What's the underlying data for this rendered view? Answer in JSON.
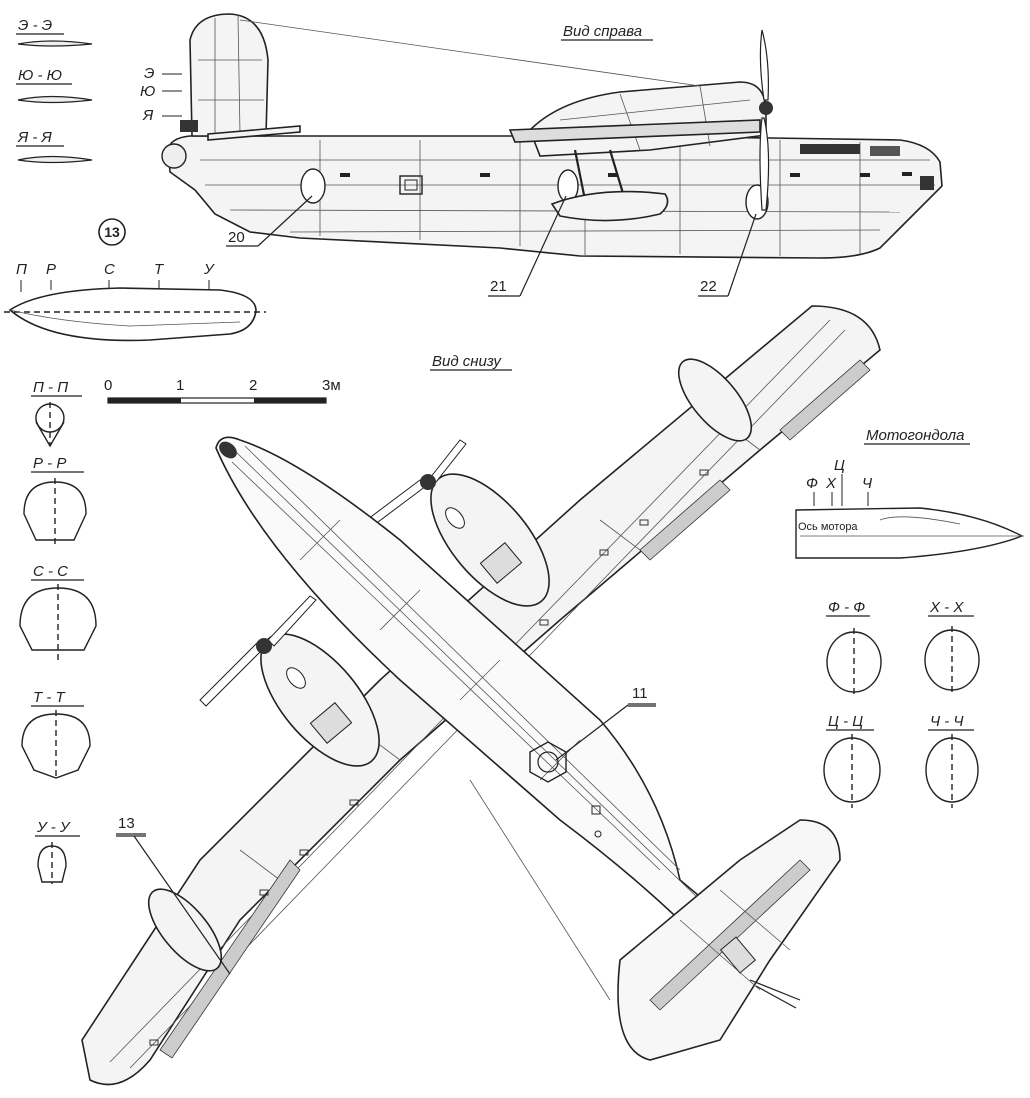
{
  "views": {
    "side_title": "Вид справа",
    "bottom_title": "Вид снизу",
    "nacelle_title": "Мотогондола"
  },
  "tail_sections": [
    {
      "label": "Э - Э"
    },
    {
      "label": "Ю - Ю"
    },
    {
      "label": "Я - Я"
    }
  ],
  "tail_markers": [
    "Э",
    "Ю",
    "Я"
  ],
  "float_view": {
    "callout": "13",
    "stations": [
      "П",
      "Р",
      "С",
      "Т",
      "У"
    ]
  },
  "float_sections": [
    {
      "label": "П - П"
    },
    {
      "label": "Р - Р"
    },
    {
      "label": "С - С"
    },
    {
      "label": "Т - Т"
    },
    {
      "label": "У - У"
    }
  ],
  "scale": {
    "ticks": [
      "0",
      "1",
      "2",
      "3м"
    ]
  },
  "nacelle": {
    "stations": [
      "Ф",
      "Х",
      "Ц",
      "Ч"
    ],
    "axis_label": "Ось мотора",
    "sections": [
      {
        "label": "Ф - Ф"
      },
      {
        "label": "Х - Х"
      },
      {
        "label": "Ц - Ц"
      },
      {
        "label": "Ч - Ч"
      }
    ]
  },
  "callouts": [
    "20",
    "21",
    "22",
    "11",
    "13"
  ]
}
